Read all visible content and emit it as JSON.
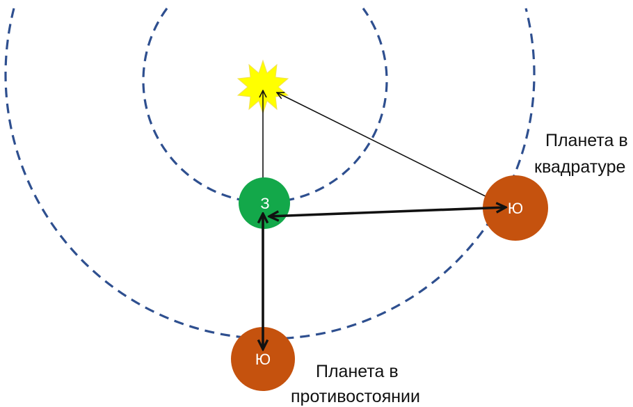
{
  "colors": {
    "orbit": "#2e4f8f",
    "earth": "#13a84a",
    "jupiter": "#c5520e",
    "sun": "#ffff00",
    "arrow": "#111111"
  },
  "earth": {
    "label": "З"
  },
  "jupiter_quadrature": {
    "label": "Ю"
  },
  "jupiter_opposition": {
    "label": "Ю"
  },
  "sun": {
    "icon": "sun-icon"
  },
  "captions": {
    "quadrature_line1": "Планета в",
    "quadrature_line2": "квадратуре",
    "opposition_line1": "Планета в",
    "opposition_line2": "противостоянии"
  }
}
